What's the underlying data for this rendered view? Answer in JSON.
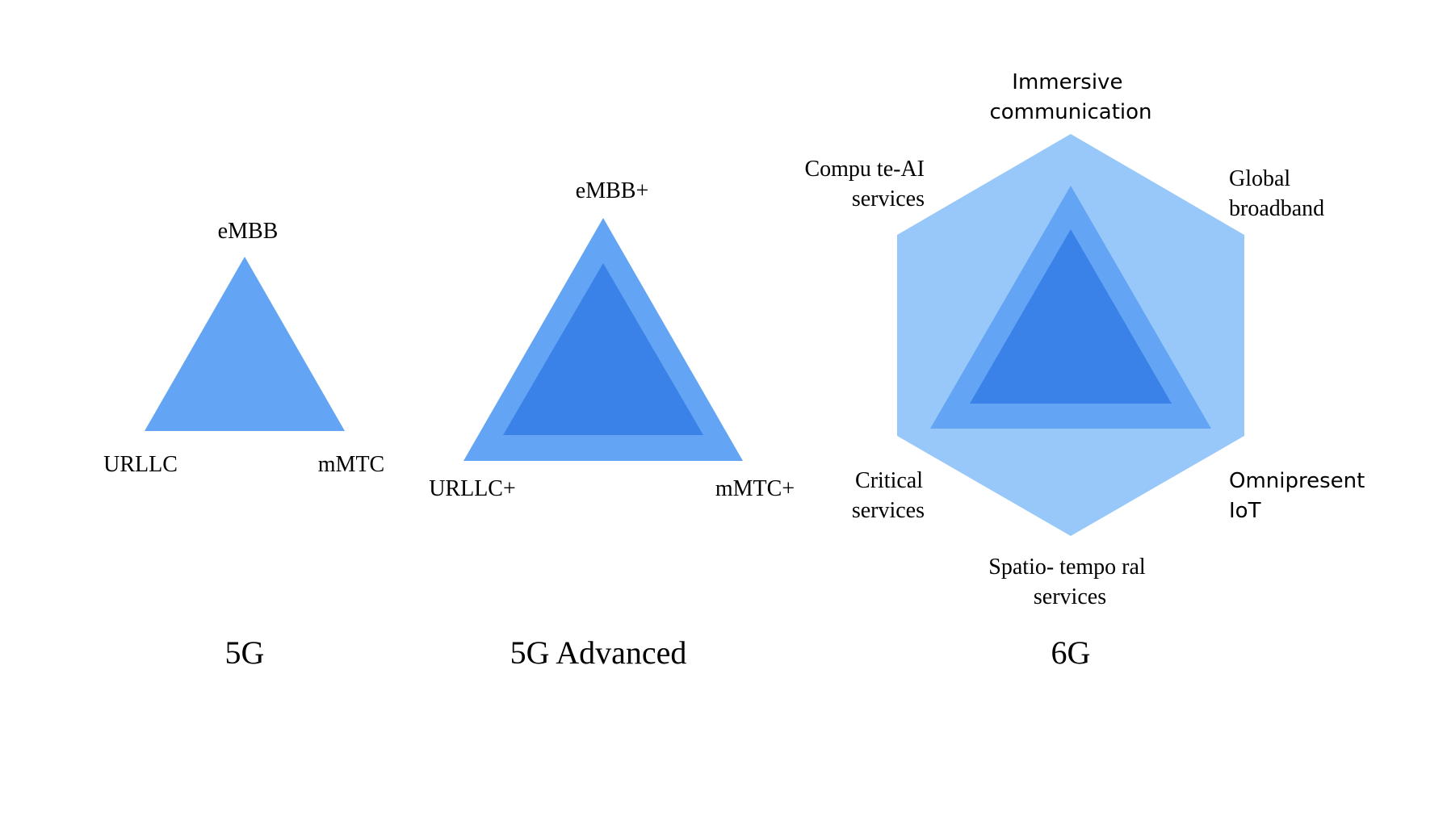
{
  "colors": {
    "light": "#97c8f9",
    "medium": "#63a5f4",
    "dark": "#3b82e8"
  },
  "diagrams": {
    "g5": {
      "caption": "5G",
      "labels": {
        "top": "eMBB",
        "left": "URLLC",
        "right": "mMTC"
      }
    },
    "g5a": {
      "caption": "5G Advanced",
      "labels": {
        "top": "eMBB+",
        "left": "URLLC+",
        "right": "mMTC+"
      }
    },
    "g6": {
      "caption": "6G",
      "labels": {
        "top_line1": "Immersive",
        "top_line2": "communication",
        "top_right_line1": "Global",
        "top_right_line2": "broadband",
        "bottom_right_line1": "Omnipresent",
        "bottom_right_line2": "IoT",
        "bottom_line1": "Spatio- tempo ral",
        "bottom_line2": "services",
        "bottom_left_line1": "Critical",
        "bottom_left_line2": "services",
        "top_left_line1": "Compu te-AI",
        "top_left_line2": "services"
      }
    }
  }
}
